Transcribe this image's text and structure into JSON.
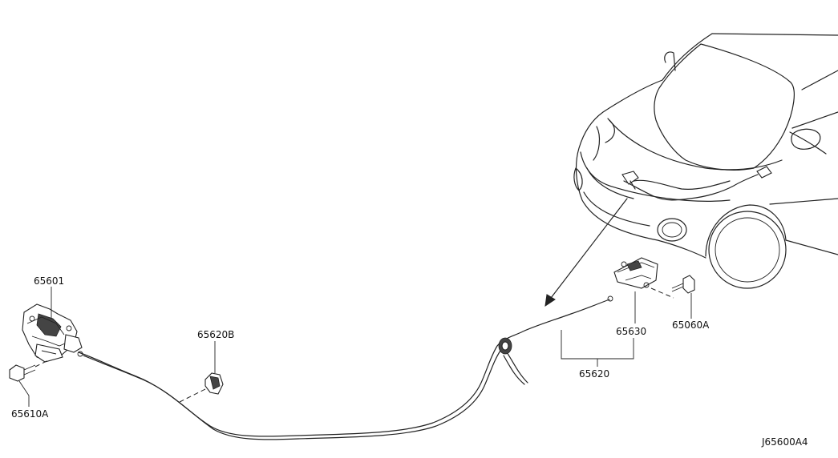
{
  "callouts": {
    "hood_lock": "65601",
    "hood_lock_bolt": "65610A",
    "cable_clip": "65620B",
    "release_handle": "65630",
    "handle_bolt": "65060A",
    "release_cable_assembly": "65620"
  },
  "diagram_id": "J65600A4"
}
